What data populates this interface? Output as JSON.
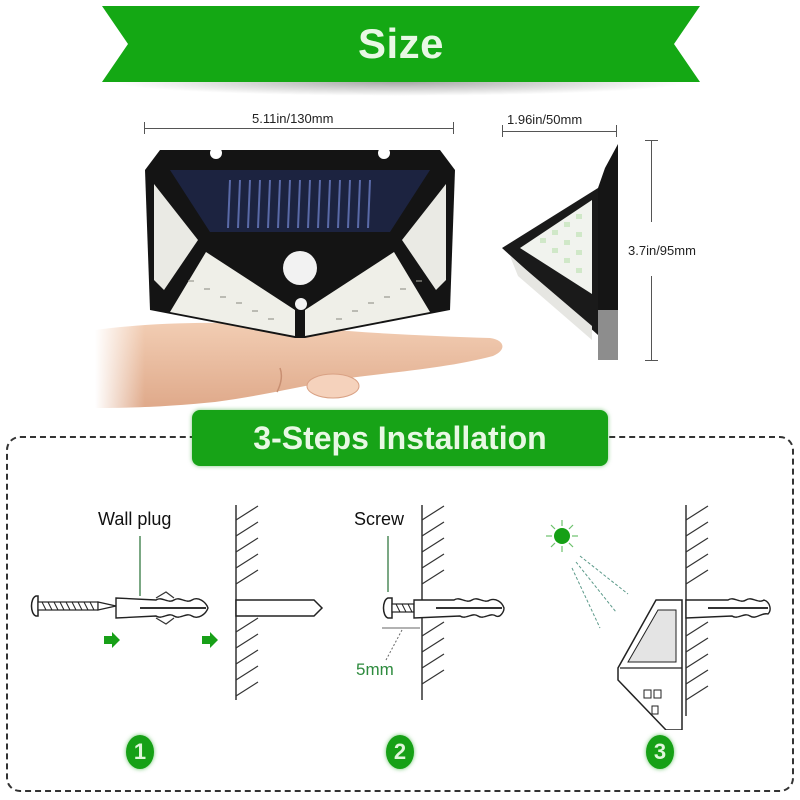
{
  "header": {
    "title": "Size",
    "banner_color": "#14a814"
  },
  "dimensions": {
    "width": "5.11in/130mm",
    "depth": "1.96in/50mm",
    "height": "3.7in/95mm"
  },
  "installation": {
    "title": "3-Steps Installation",
    "accent_color": "#17a317",
    "steps": [
      {
        "number": "1",
        "label": "Wall plug"
      },
      {
        "number": "2",
        "label": "Screw",
        "note": "5mm"
      },
      {
        "number": "3"
      }
    ]
  },
  "icons": {
    "sun": "sun-icon",
    "arrow": "arrow-right-icon"
  }
}
